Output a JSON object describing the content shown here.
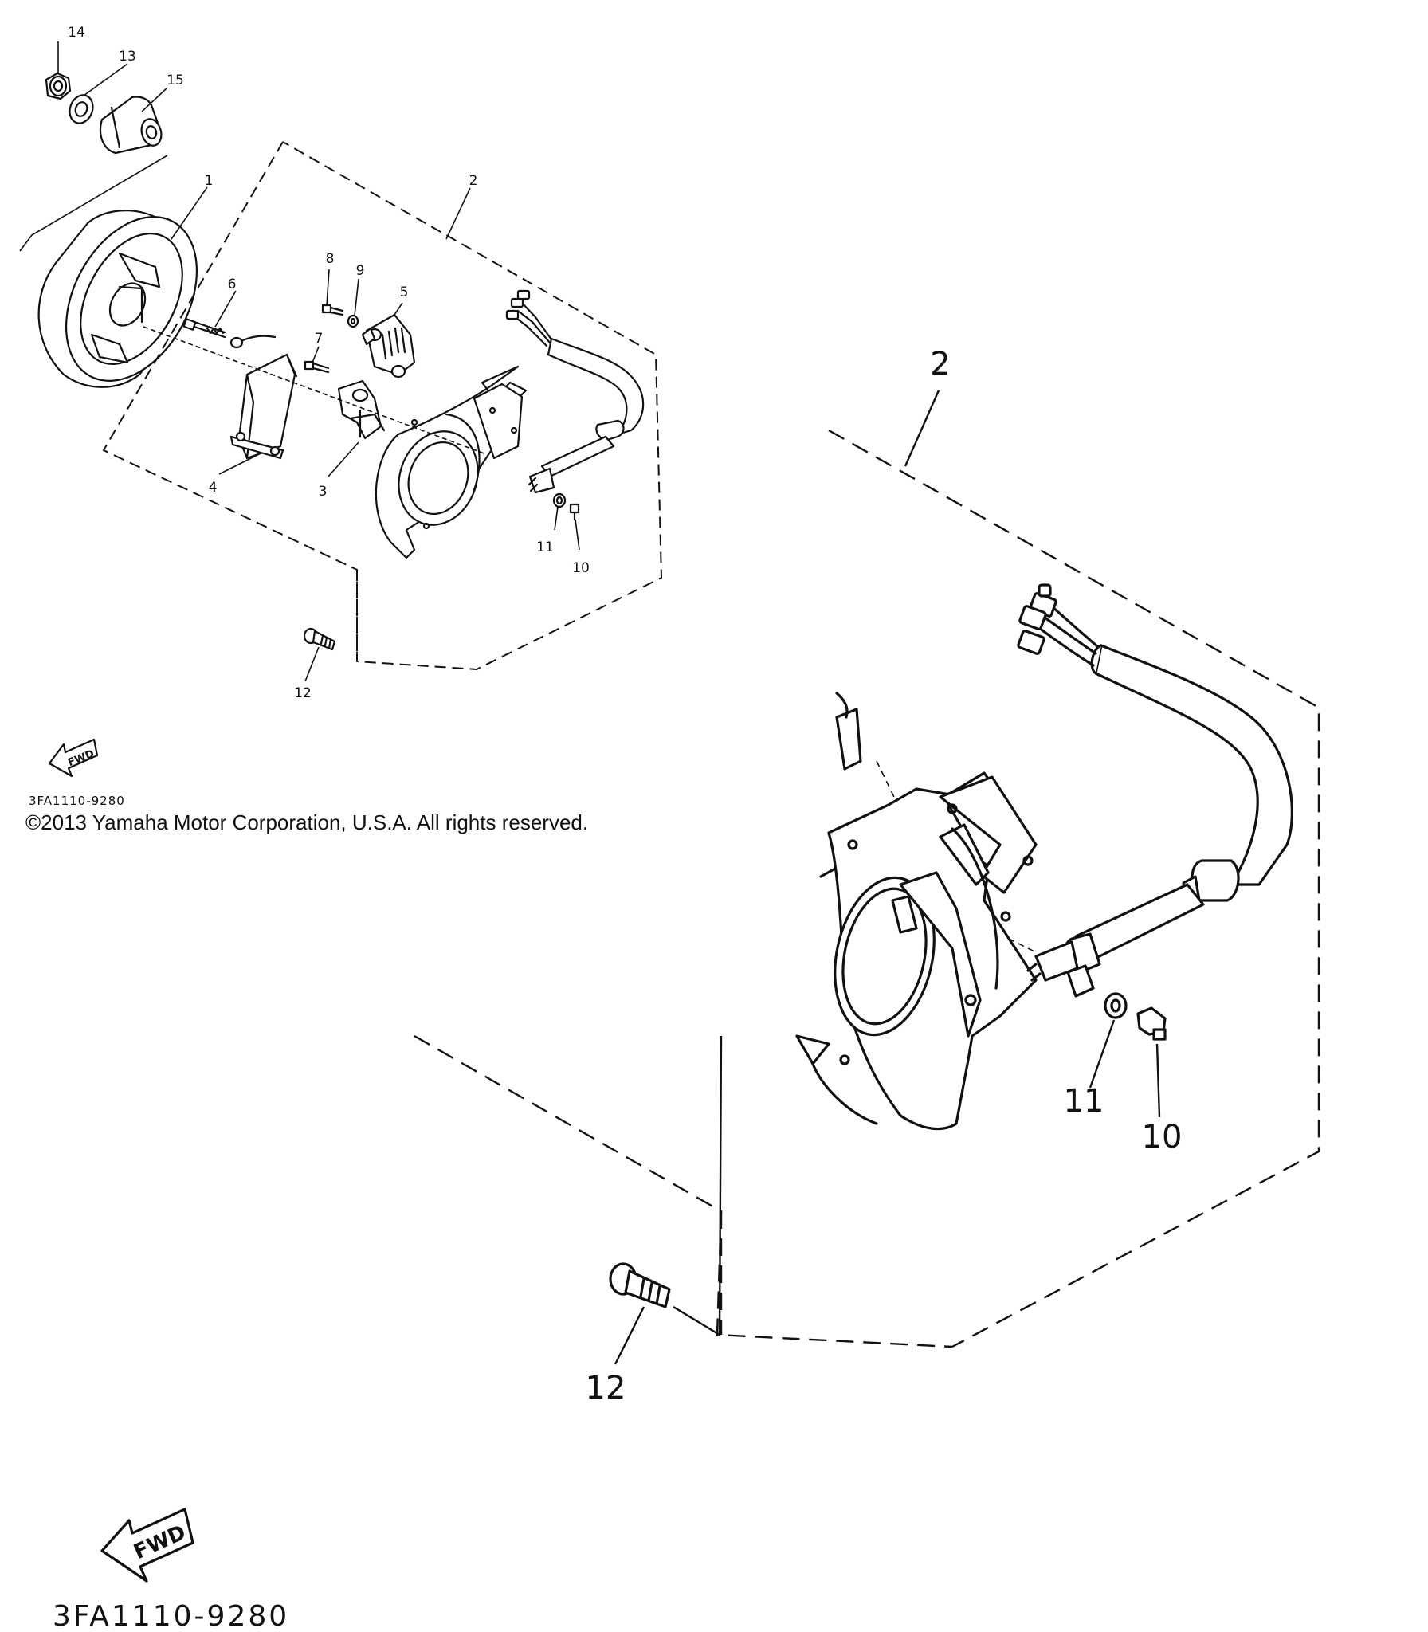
{
  "diagram": {
    "overview_callouts": {
      "c1": "1",
      "c2": "2",
      "c3": "3",
      "c4": "4",
      "c5": "5",
      "c6": "6",
      "c7": "7",
      "c8": "8",
      "c9": "9",
      "c10": "10",
      "c11": "11",
      "c12": "12",
      "c13": "13",
      "c14": "14",
      "c15": "15"
    },
    "detail_callouts": {
      "c2": "2",
      "c10": "10",
      "c11": "11",
      "c12": "12"
    },
    "fwd_label": "FWD",
    "diagram_code": "3FA1110-9280",
    "copyright": "©2013 Yamaha Motor Corporation, U.S.A. All rights reserved."
  }
}
